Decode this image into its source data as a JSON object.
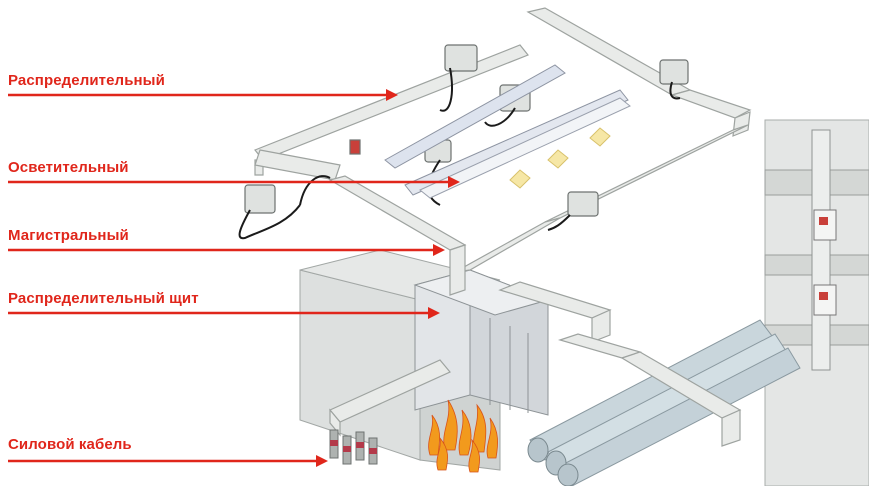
{
  "labels": [
    {
      "id": "distribution",
      "text": "Распределительный"
    },
    {
      "id": "lighting",
      "text": "Осветительный"
    },
    {
      "id": "trunk",
      "text": "Магистральный"
    },
    {
      "id": "distribution_board",
      "text": "Распределительный щит"
    },
    {
      "id": "power_cable",
      "text": "Силовой кабель"
    }
  ],
  "colors": {
    "label": "#e0261b",
    "arrow": "#e0261b",
    "duct_fill": "#e9ebe9",
    "duct_edge": "#9ea3a0",
    "wall": "#d8dcdb",
    "flame": "#f29a1d"
  }
}
